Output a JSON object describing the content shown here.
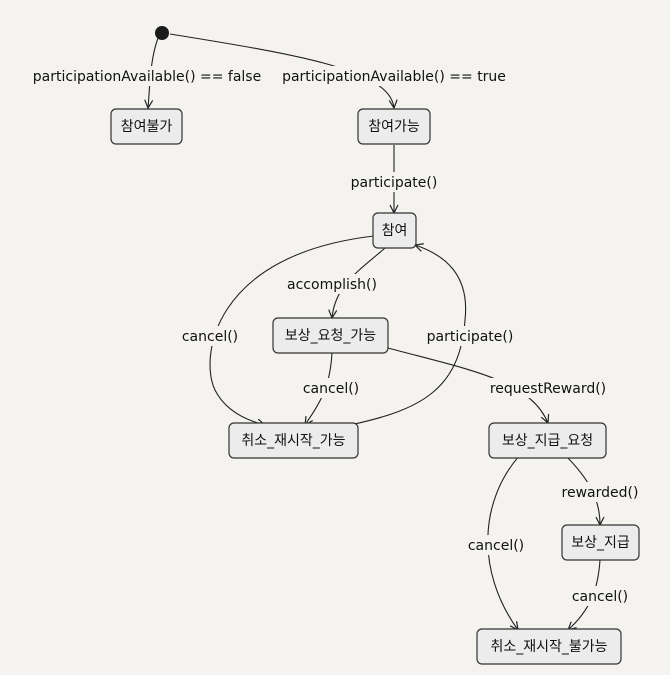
{
  "diagram": {
    "states": {
      "s_unavailable": "참여불가",
      "s_available": "참여가능",
      "s_participating": "참여",
      "s_reward_requestable": "보상_요청_가능",
      "s_restart_available": "취소_재시작_가능",
      "s_reward_requested": "보상_지급_요청",
      "s_rewarded": "보상_지급",
      "s_restart_unavailable": "취소_재시작_불가능"
    },
    "transitions": {
      "t_start_false": "participationAvailable() == false",
      "t_start_true": "participationAvailable() == true",
      "t_participate": "participate()",
      "t_accomplish": "accomplish()",
      "t_cancel_participating": "cancel()",
      "t_participate_again": "participate()",
      "t_cancel_requestable": "cancel()",
      "t_request_reward": "requestReward()",
      "t_rewarded": "rewarded()",
      "t_cancel_requested": "cancel()",
      "t_cancel_rewarded": "cancel()"
    }
  }
}
